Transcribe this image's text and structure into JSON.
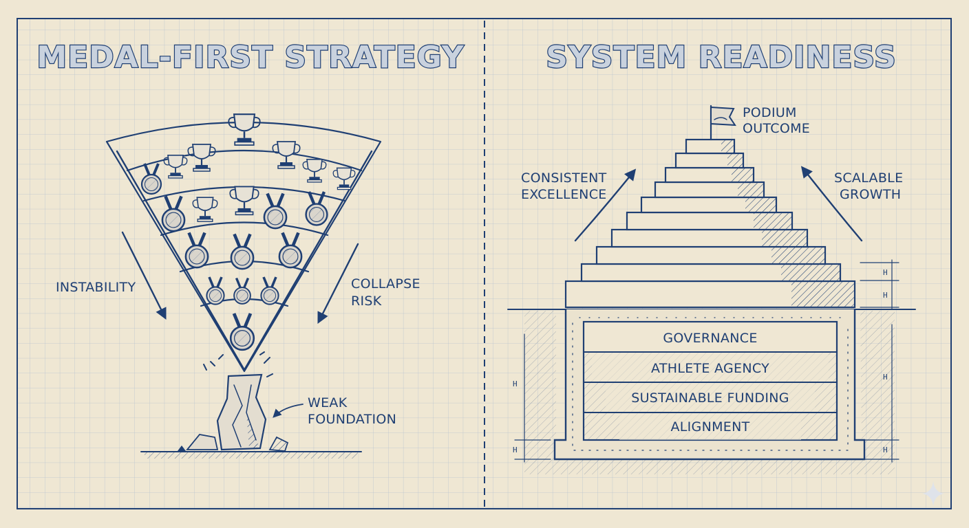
{
  "left_panel": {
    "title": "MEDAL-FIRST STRATEGY",
    "labels": {
      "instability": "INSTABILITY",
      "collapse_risk": [
        "COLLAPSE",
        "RISK"
      ],
      "weak_foundation": [
        "WEAK",
        "FOUNDATION"
      ]
    }
  },
  "right_panel": {
    "title": "SYSTEM READINESS",
    "labels": {
      "podium_outcome": [
        "PODIUM",
        "OUTCOME"
      ],
      "consistent_excellence": [
        "CONSISTENT",
        "EXCELLENCE"
      ],
      "scalable_growth": [
        "SCALABLE",
        "GROWTH"
      ]
    },
    "foundation_layers": [
      "GOVERNANCE",
      "ATHLETE AGENCY",
      "SUSTAINABLE FUNDING",
      "ALIGNMENT"
    ]
  },
  "colors": {
    "ink": "#1f3f73",
    "paper": "#efe7d3",
    "grid": "#b9c4d0",
    "title_fill": "#c9d2de"
  }
}
